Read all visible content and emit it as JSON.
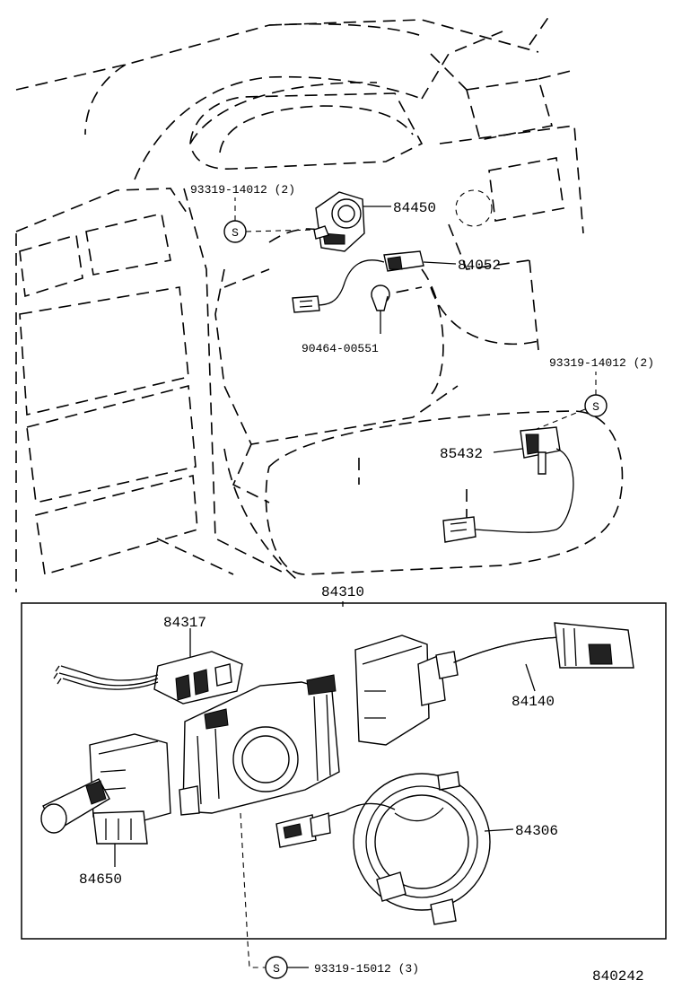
{
  "labels": {
    "p84450": "84450",
    "p84052": "84052",
    "p90464": "90464-00551",
    "p93319_top": "93319-14012 (2)",
    "p93319_right": "93319-14012 (2)",
    "p85432": "85432",
    "p84310": "84310",
    "p84317": "84317",
    "p84140": "84140",
    "p84650": "84650",
    "p84306": "84306",
    "p93319_bottom": "93319-15012 (3)",
    "drawing_id": "840242"
  },
  "screw_symbol": "S"
}
